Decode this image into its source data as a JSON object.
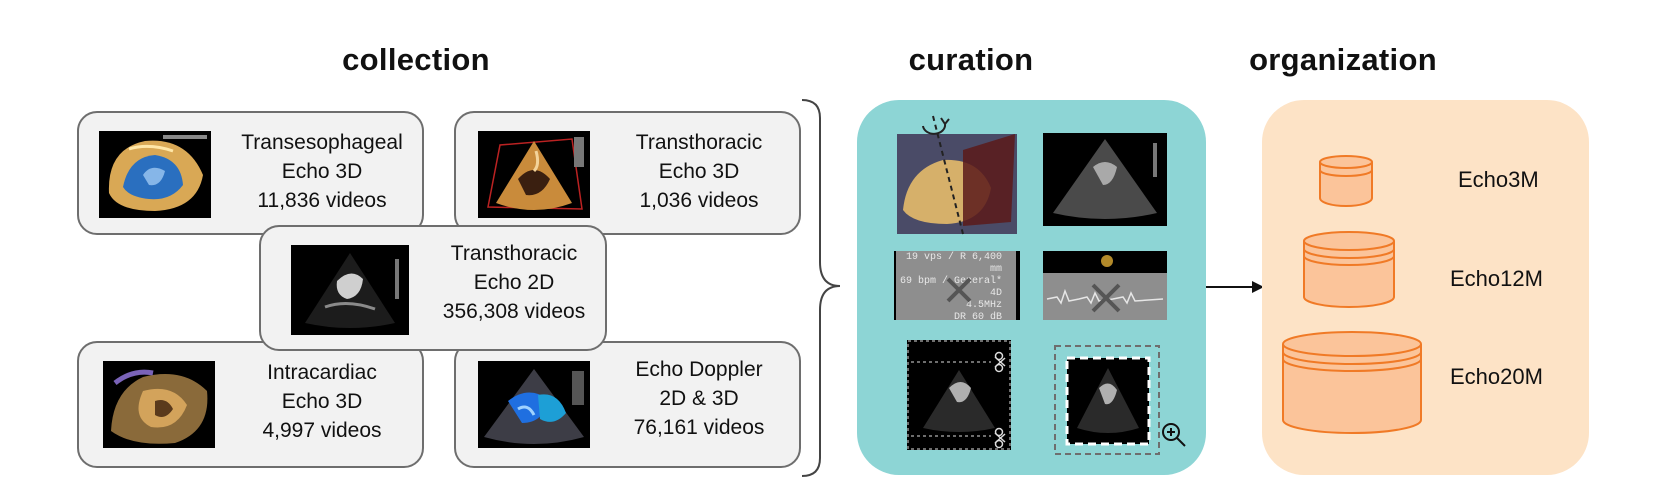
{
  "sections": {
    "collection": "collection",
    "curation": "curation",
    "organization": "organization"
  },
  "collection": [
    {
      "line1": "Transesophageal",
      "line2": "Echo 3D",
      "count": "11,836 videos"
    },
    {
      "line1": "Transthoracic",
      "line2": "Echo 3D",
      "count": "1,036 videos"
    },
    {
      "line1": "Transthoracic",
      "line2": "Echo 2D",
      "count": "356,308 videos"
    },
    {
      "line1": "Intracardiac",
      "line2": "Echo 3D",
      "count": "4,997 videos"
    },
    {
      "line1": "Echo Doppler",
      "line2": "2D & 3D",
      "count": "76,161 videos"
    }
  ],
  "curation": {
    "overlay_text": [
      "19 vps / R 6,400 mm",
      "69 bpm / General*",
      "4D",
      "4.5MHz",
      "DR 60 dB"
    ]
  },
  "organization": [
    {
      "label": "Echo3M"
    },
    {
      "label": "Echo12M"
    },
    {
      "label": "Echo20M"
    }
  ],
  "colors": {
    "curation_bg": "#8dd5d5",
    "organization_bg": "#fde3c6",
    "cylinder_fill": "#fbc49a",
    "cylinder_stroke": "#f07a26",
    "card_bg": "#f2f2f2",
    "card_border": "#6e6e6e"
  }
}
